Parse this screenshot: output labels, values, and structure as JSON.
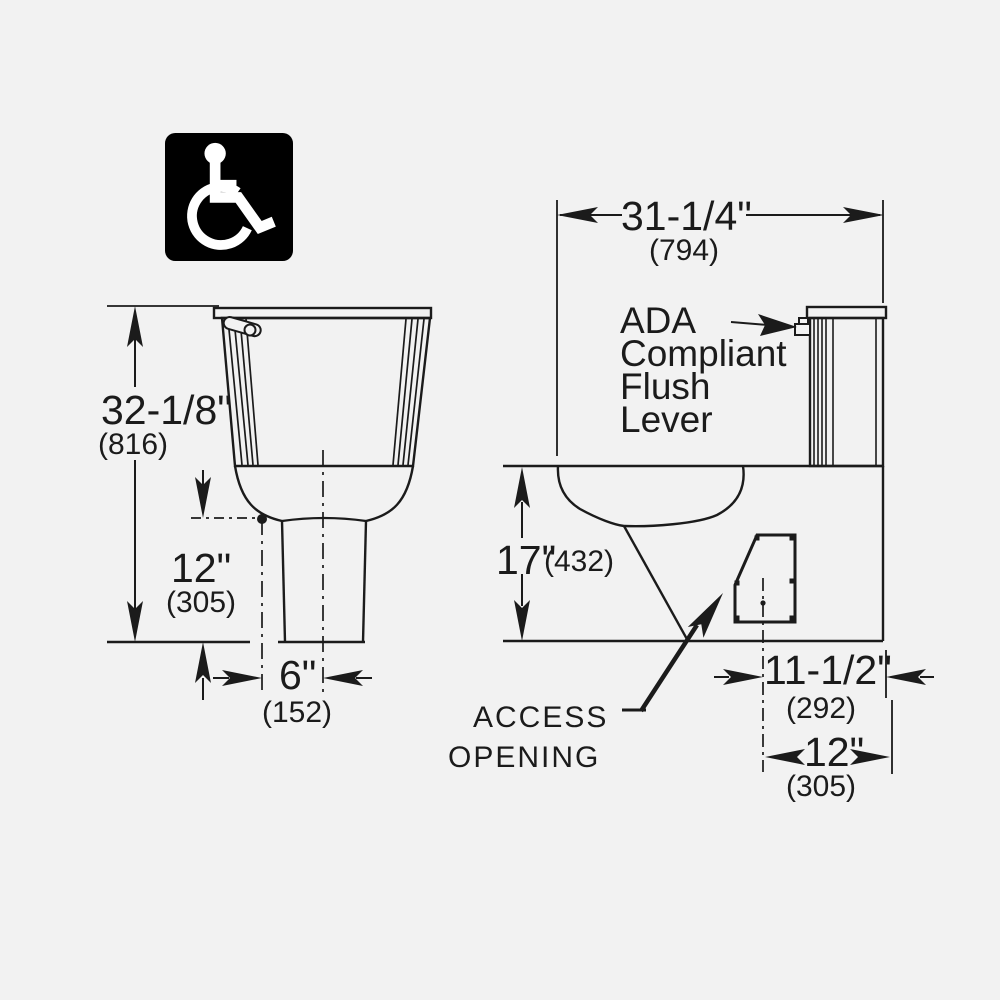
{
  "colors": {
    "background": "#f2f2f2",
    "line": "#1b1b1b",
    "icon_background": "#000000",
    "icon_foreground": "#ffffff"
  },
  "icons": {
    "accessibility": "wheelchair-symbol"
  },
  "front_view": {
    "height": {
      "imperial": "32-1/8\"",
      "metric": "(816)"
    },
    "rough_in": {
      "imperial": "12\"",
      "metric": "(305)"
    },
    "offset": {
      "imperial": "6\"",
      "metric": "(152)"
    }
  },
  "side_view": {
    "depth": {
      "imperial": "31-1/4\"",
      "metric": "(794)"
    },
    "seat_height": {
      "imperial": "17\"",
      "metric": "(432)"
    },
    "access_width": {
      "imperial": "11-1/2\"",
      "metric": "(292)"
    },
    "rough_in": {
      "imperial": "12\"",
      "metric": "(305)"
    },
    "flush_lever_label": {
      "lines": [
        "ADA",
        "Compliant",
        "Flush",
        "Lever"
      ]
    },
    "access_opening_label": {
      "lines": [
        "ACCESS",
        "OPENING"
      ]
    }
  }
}
